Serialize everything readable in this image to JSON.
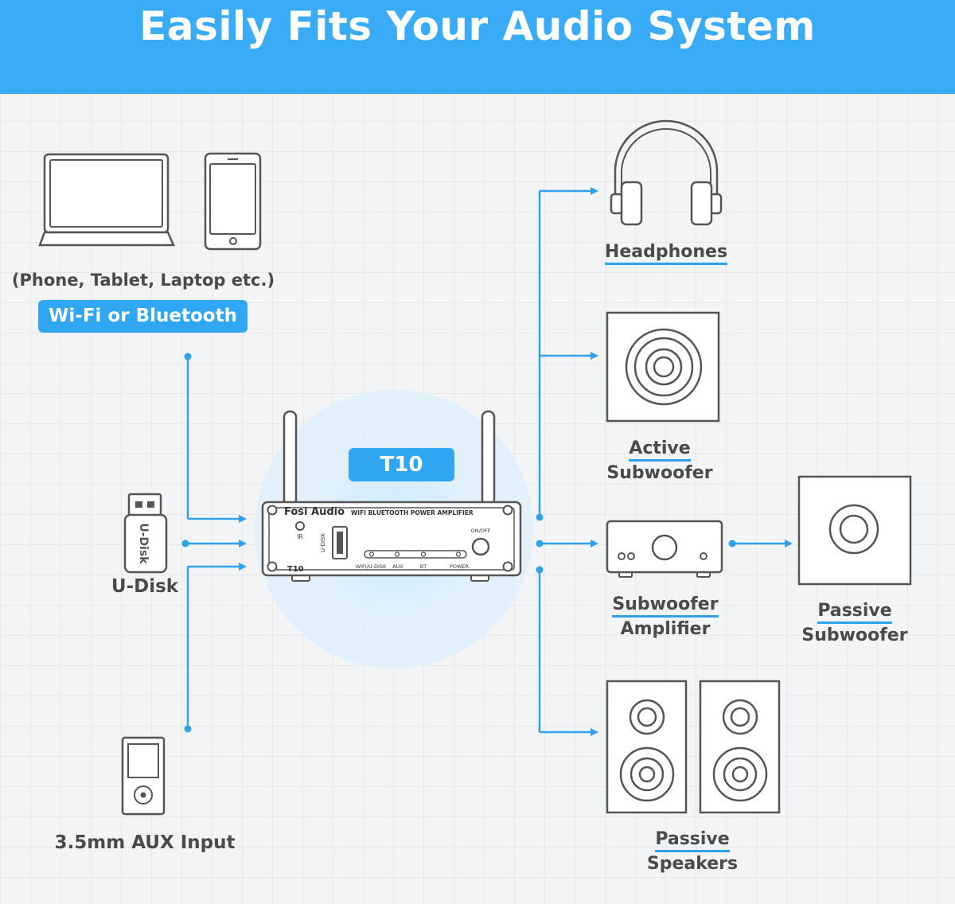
{
  "banner": {
    "title": "Easily Fits Your Audio System"
  },
  "sources": {
    "devices_caption": "(Phone, Tablet, Laptop etc.)",
    "wireless_badge": "Wi-Fi or Bluetooth",
    "udisk_label": "U-Disk",
    "udisk_stick_text": "U-Disk",
    "aux_label": "3.5mm AUX Input"
  },
  "amplifier": {
    "model_badge": "T10",
    "brand": "Fosi Audio",
    "description": "WIFI BLUETOOTH POWER AMPLIFIER",
    "ir_label": "IR",
    "udisk_port_label": "U-DISK",
    "onoff_label": "ON/OFF",
    "model_label": "T10",
    "indicator_labels": [
      "WIFI/U-DISK",
      "AUX",
      "BT",
      "POWER"
    ]
  },
  "outputs": {
    "headphones": "Headphones",
    "active_sub_line1": "Active",
    "active_sub_line2": "Subwoofer",
    "sub_amp_line1": "Subwoofer",
    "sub_amp_line2": "Amplifier",
    "passive_sub_line1": "Passive",
    "passive_sub_line2": "Subwoofer",
    "passive_speakers_line1": "Passive",
    "passive_speakers_line2": "Speakers"
  },
  "colors": {
    "accent": "#31a6f3",
    "banner": "#3aabf6",
    "outline": "#555555",
    "text": "#4a4a4a"
  }
}
